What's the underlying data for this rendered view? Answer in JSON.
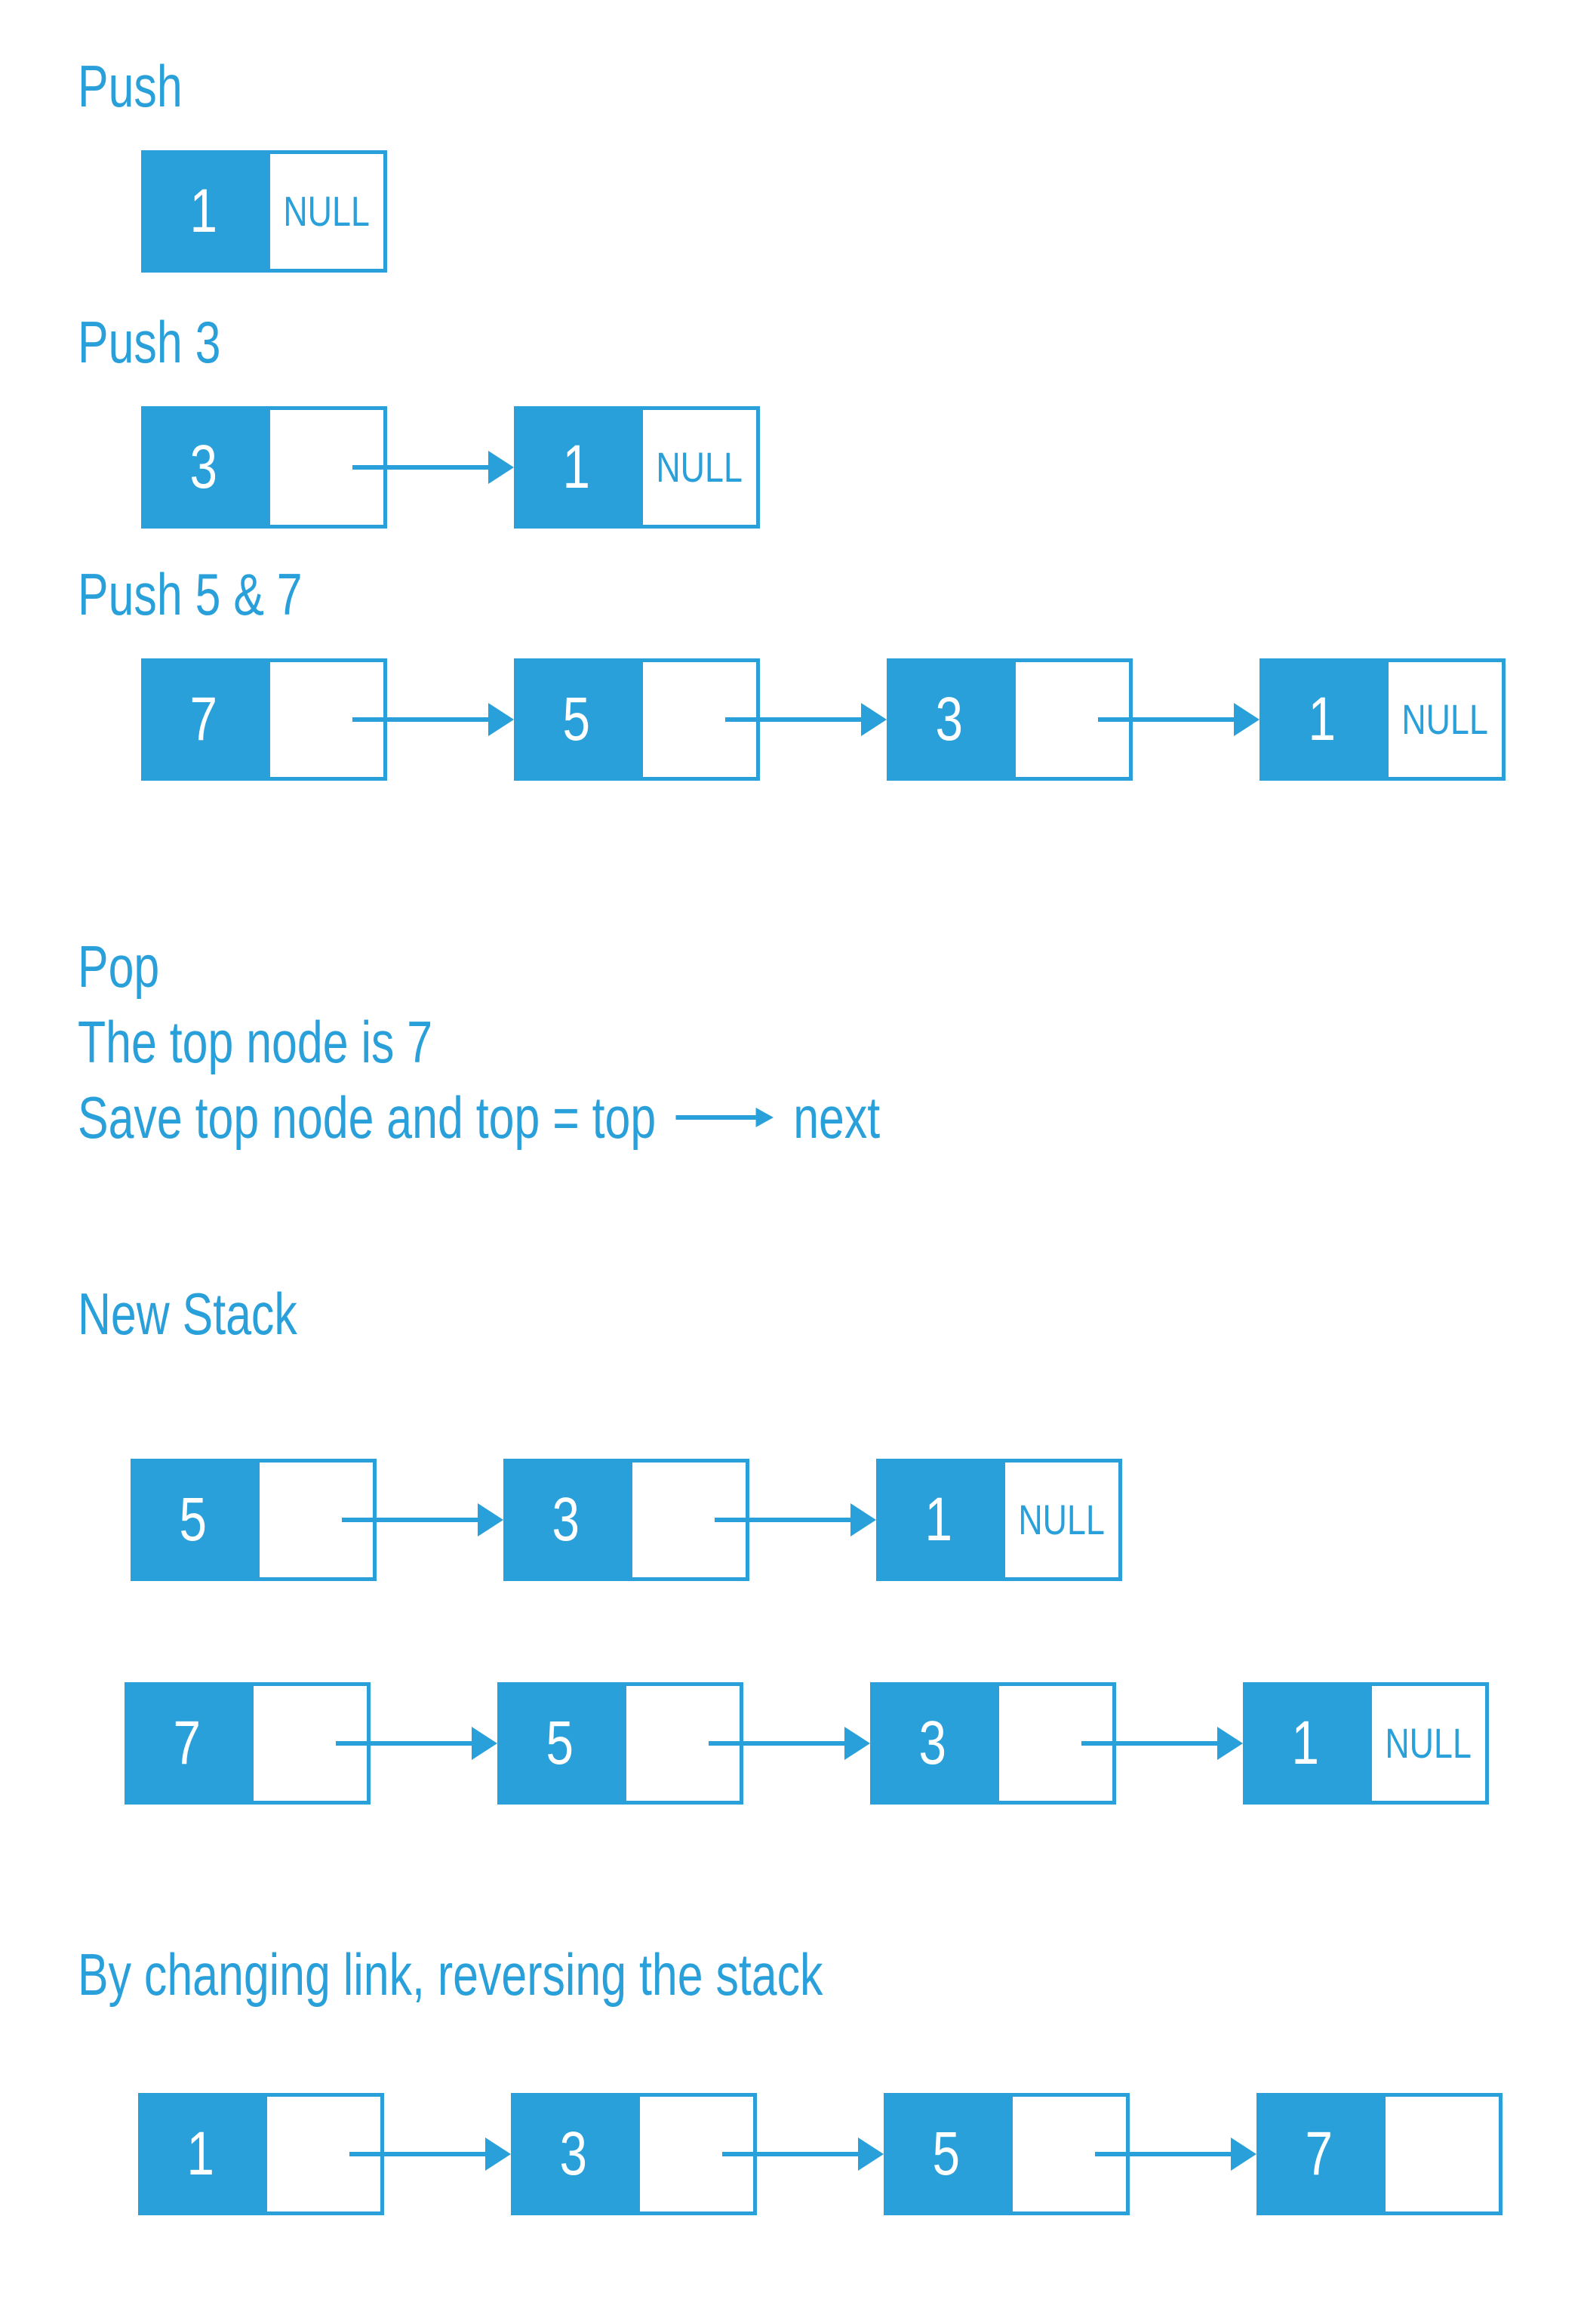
{
  "palette": {
    "blue": "#2AA0DA",
    "node_value_text": "#FFFFFF",
    "background": "#FFFFFF"
  },
  "push": {
    "title": "Push",
    "rows": [
      {
        "nodes": [
          {
            "value": "1",
            "pointer": "NULL"
          }
        ]
      }
    ]
  },
  "push3": {
    "title": "Push 3",
    "rows": [
      {
        "nodes": [
          {
            "value": "3",
            "pointer": ""
          },
          {
            "value": "1",
            "pointer": "NULL"
          }
        ]
      }
    ]
  },
  "push57": {
    "title": "Push 5 & 7",
    "rows": [
      {
        "nodes": [
          {
            "value": "7",
            "pointer": ""
          },
          {
            "value": "5",
            "pointer": ""
          },
          {
            "value": "3",
            "pointer": ""
          },
          {
            "value": "1",
            "pointer": "NULL"
          }
        ]
      }
    ]
  },
  "pop": {
    "line1": "Pop",
    "line2": "The top node is 7",
    "line3_before": "Save top node and top = top",
    "line3_arrow_icon": "right-arrow",
    "line3_after": "next"
  },
  "new_stack": {
    "title": "New Stack",
    "rows": [
      {
        "nodes": [
          {
            "value": "5",
            "pointer": ""
          },
          {
            "value": "3",
            "pointer": ""
          },
          {
            "value": "1",
            "pointer": "NULL"
          }
        ]
      },
      {
        "nodes": [
          {
            "value": "7",
            "pointer": ""
          },
          {
            "value": "5",
            "pointer": ""
          },
          {
            "value": "3",
            "pointer": ""
          },
          {
            "value": "1",
            "pointer": "NULL"
          }
        ]
      }
    ]
  },
  "reverse": {
    "title": "By changing link, reversing the stack",
    "rows": [
      {
        "nodes": [
          {
            "value": "1",
            "pointer": ""
          },
          {
            "value": "3",
            "pointer": ""
          },
          {
            "value": "5",
            "pointer": ""
          },
          {
            "value": "7",
            "pointer": ""
          }
        ]
      }
    ]
  }
}
